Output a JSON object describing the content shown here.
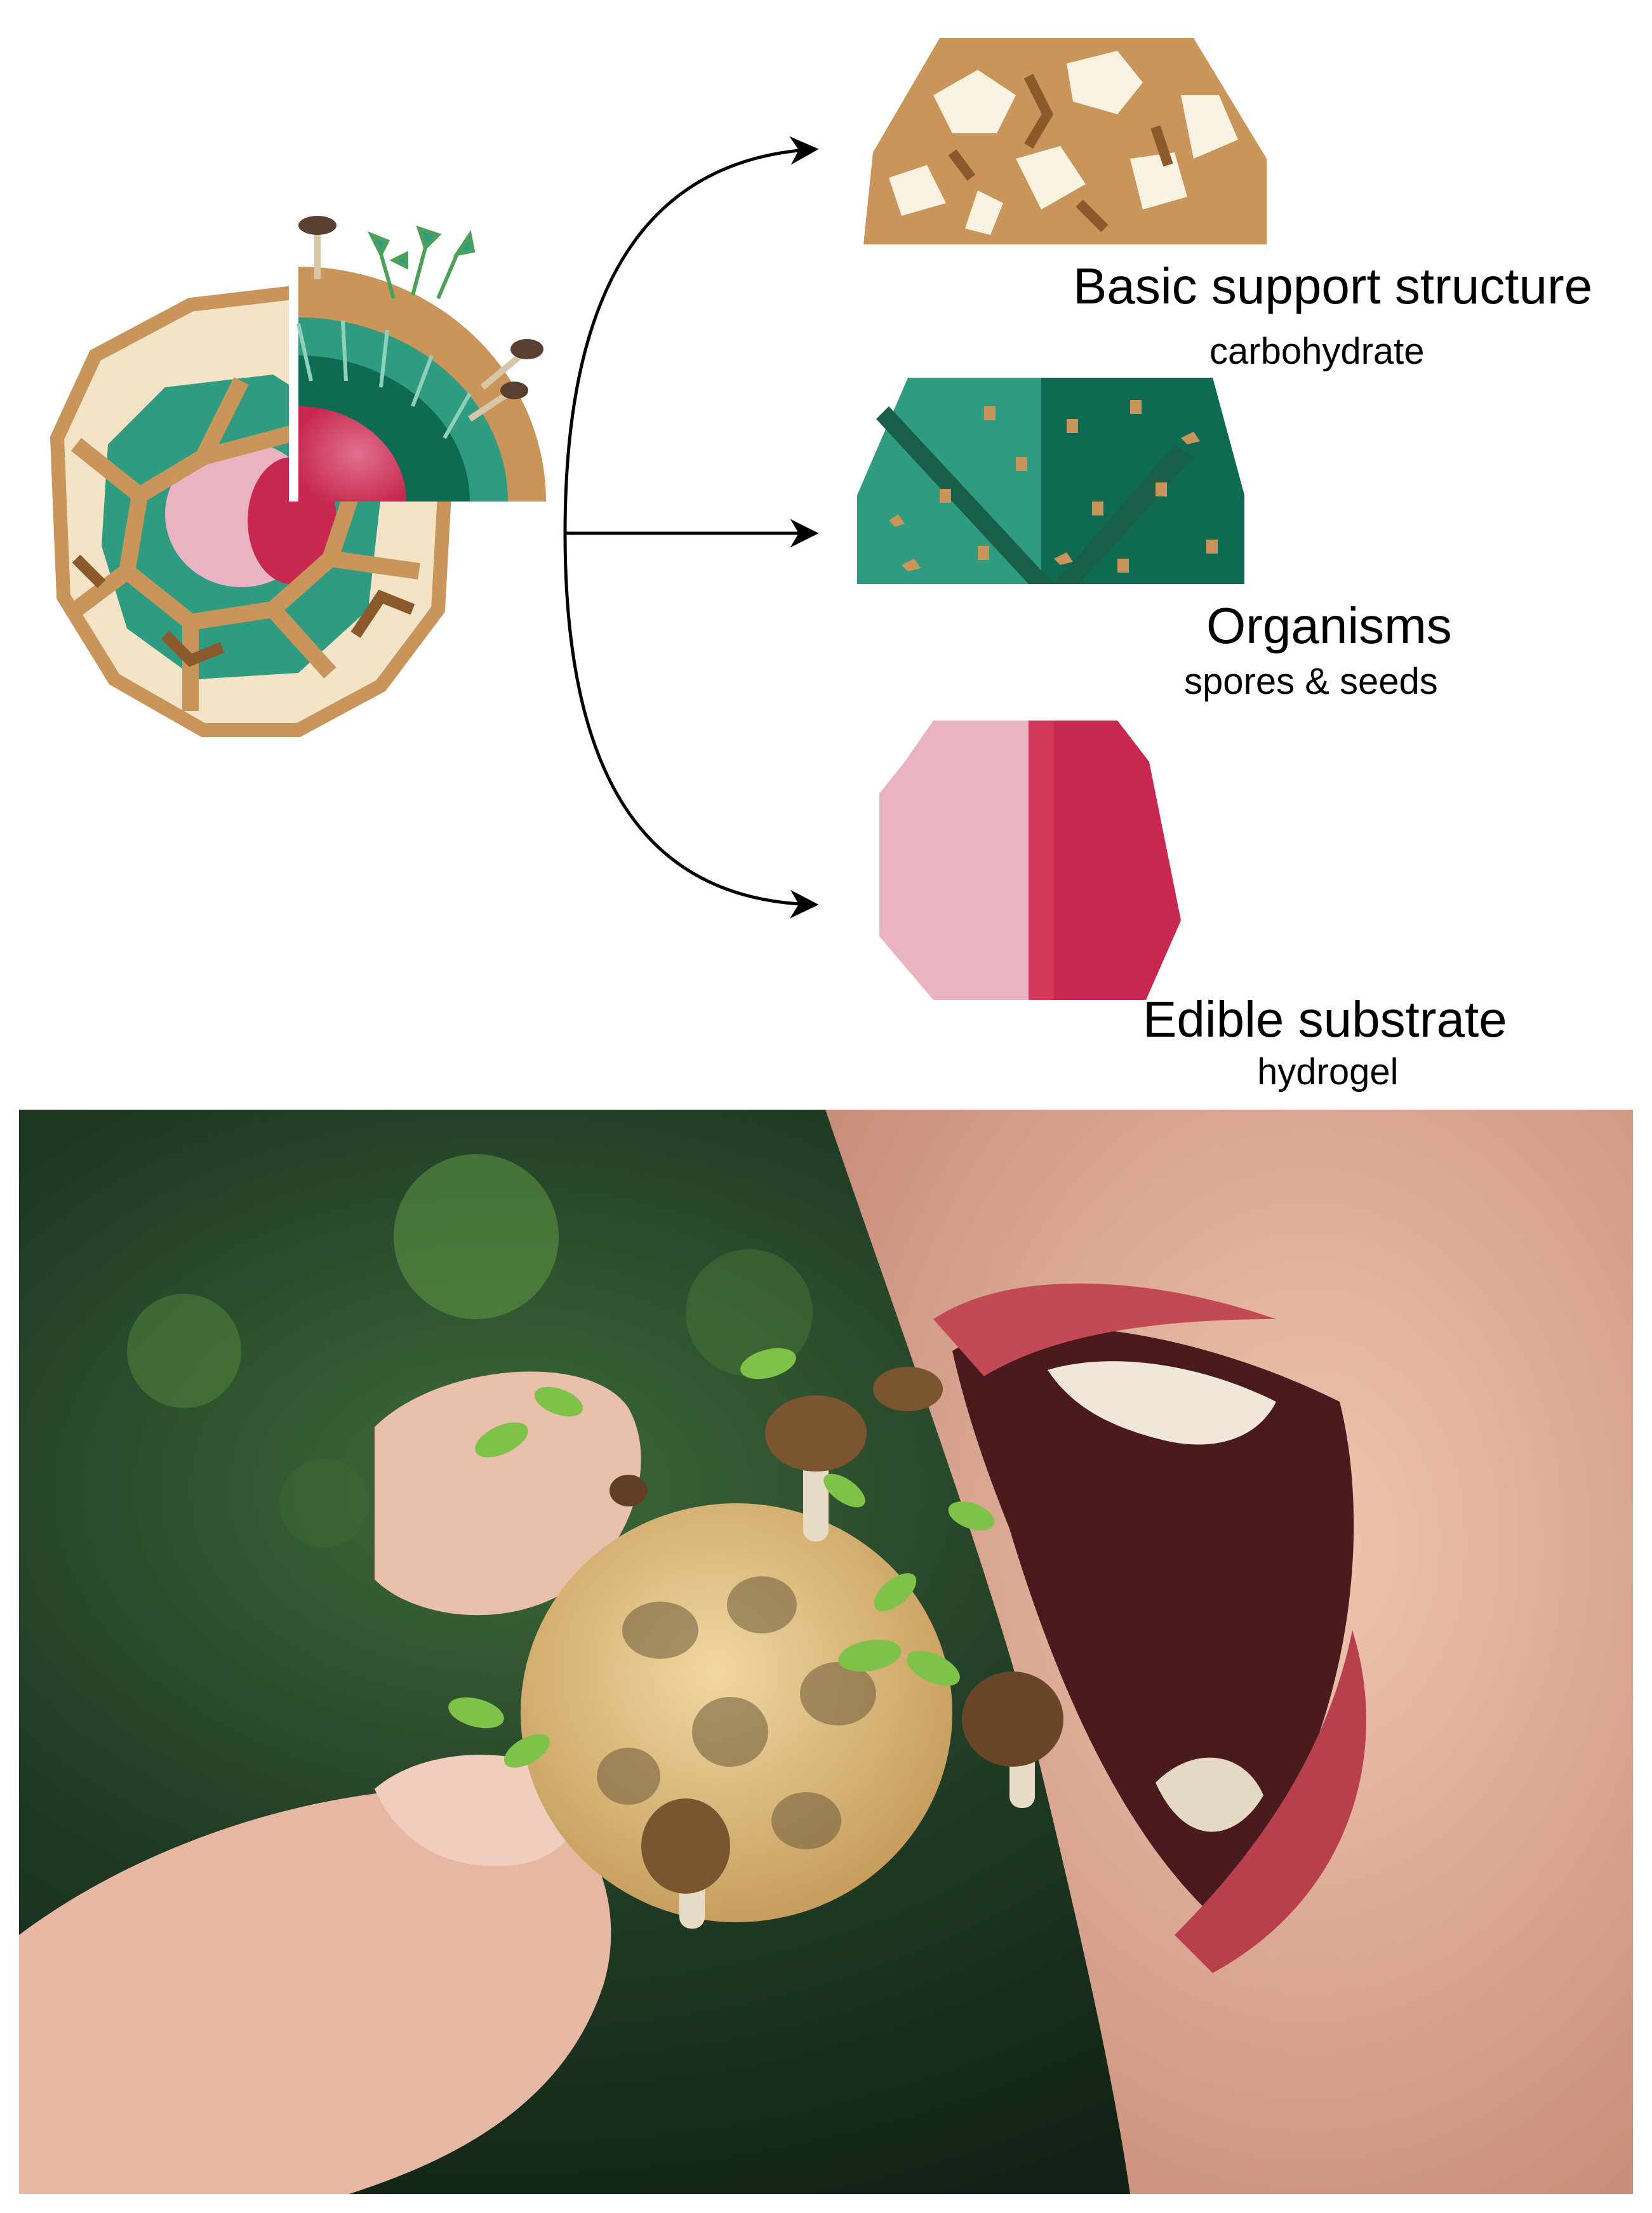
{
  "diagram": {
    "components": [
      {
        "id": "support",
        "title": "Basic support structure",
        "subtitle": "carbohydrate"
      },
      {
        "id": "organisms",
        "title": "Organisms",
        "subtitle": "spores & seeds"
      },
      {
        "id": "substrate",
        "title": "Edible substrate",
        "subtitle": "hydrogel"
      }
    ]
  },
  "colors": {
    "scaffold": "#c9955a",
    "scaffold_dark": "#8a5a2c",
    "organism_teal": "#2f9c82",
    "organism_dark": "#0f6a52",
    "substrate_light": "#eab3c2",
    "substrate_dark": "#c8284f",
    "sprout_green": "#7ec24a",
    "mushroom_brown": "#7a5530",
    "lips": "#c24a55"
  },
  "photo": {
    "subject": "person-eating-edible-growth-sphere"
  }
}
